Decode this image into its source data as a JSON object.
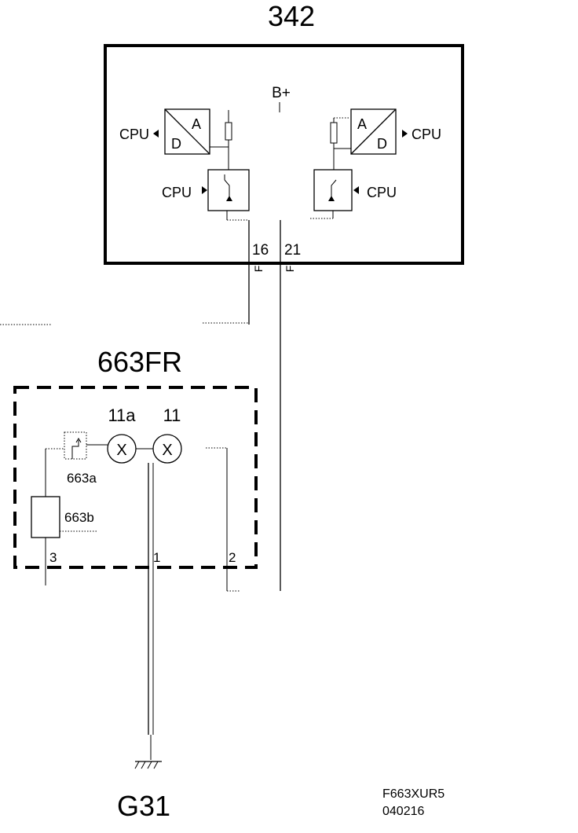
{
  "module_342": {
    "label": "342",
    "supply_label": "B+",
    "converter_left": {
      "a": "A",
      "d": "D",
      "cpu": "CPU"
    },
    "converter_right": {
      "a": "A",
      "d": "D",
      "cpu": "CPU"
    },
    "driver_left_cpu": "CPU",
    "driver_right_cpu": "CPU",
    "pin_left": "16",
    "pin_right": "21",
    "flag_left": "F",
    "flag_right": "F"
  },
  "module_663fr": {
    "label": "663FR",
    "lamp_a": {
      "id": "11a",
      "symbol": "X"
    },
    "lamp_b": {
      "id": "11",
      "symbol": "X"
    },
    "switch_label": "663a",
    "resistor_label": "663b",
    "pin_3": "3",
    "pin_1": "1",
    "pin_2": "2"
  },
  "ground": {
    "label": "G31"
  },
  "footer": {
    "code": "F663XUR5",
    "date": "040216"
  }
}
